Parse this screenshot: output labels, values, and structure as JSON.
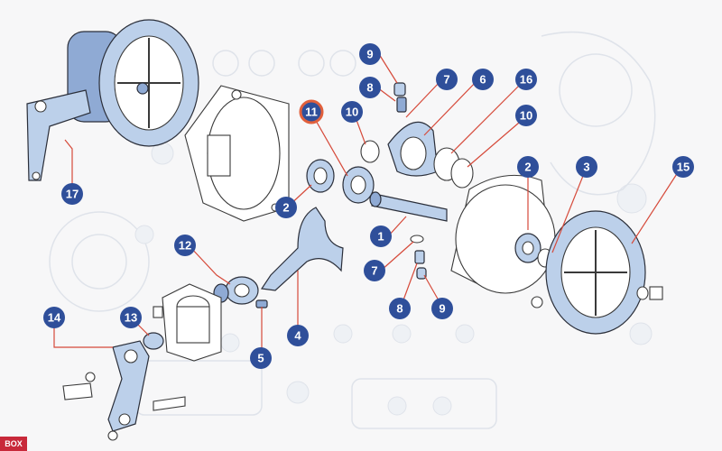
{
  "corner_tab": "BOX",
  "callouts": [
    {
      "id": "c9a",
      "label": "9"
    },
    {
      "id": "c8a",
      "label": "8"
    },
    {
      "id": "c7a",
      "label": "7"
    },
    {
      "id": "c6",
      "label": "6"
    },
    {
      "id": "c16",
      "label": "16"
    },
    {
      "id": "c11",
      "label": "11",
      "highlight": true
    },
    {
      "id": "c10a",
      "label": "10"
    },
    {
      "id": "c10b",
      "label": "10"
    },
    {
      "id": "c2a",
      "label": "2"
    },
    {
      "id": "c2b",
      "label": "2"
    },
    {
      "id": "c3",
      "label": "3"
    },
    {
      "id": "c15",
      "label": "15"
    },
    {
      "id": "c17",
      "label": "17"
    },
    {
      "id": "c12",
      "label": "12"
    },
    {
      "id": "c1",
      "label": "1"
    },
    {
      "id": "c7b",
      "label": "7"
    },
    {
      "id": "c8b",
      "label": "8"
    },
    {
      "id": "c9b",
      "label": "9"
    },
    {
      "id": "c4",
      "label": "4"
    },
    {
      "id": "c5",
      "label": "5"
    },
    {
      "id": "c13",
      "label": "13"
    },
    {
      "id": "c14",
      "label": "14"
    }
  ],
  "colors": {
    "callout": "#2f4f9a",
    "highlight_ring": "#e1603c",
    "leader": "#d64a3a",
    "part_fill": "#bcd0ea",
    "tab": "#c8293a"
  }
}
